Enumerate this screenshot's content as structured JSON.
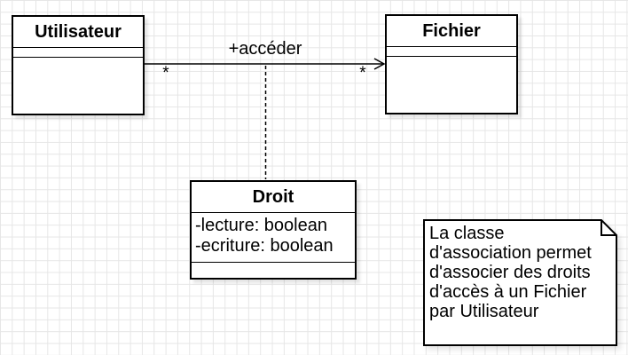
{
  "colors": {
    "stroke": "#000000",
    "shape_fill": "#ffffff",
    "grid_line": "#e6e6e6",
    "text": "#000000"
  },
  "classes": [
    {
      "title": "Utilisateur",
      "attributes": [],
      "methods": []
    },
    {
      "title": "Fichier",
      "attributes": [],
      "methods": []
    },
    {
      "title": "Droit",
      "attributes": [
        "-lecture: boolean",
        "-ecriture: boolean"
      ],
      "methods": []
    }
  ],
  "association": {
    "label": "+accéder",
    "source_multiplicity": "*",
    "target_multiplicity": "*"
  },
  "note": {
    "lines": [
      "La classe",
      "d'association permet",
      "d'associer des droits",
      "d'accès à un Fichier",
      "par Utilisateur"
    ]
  }
}
